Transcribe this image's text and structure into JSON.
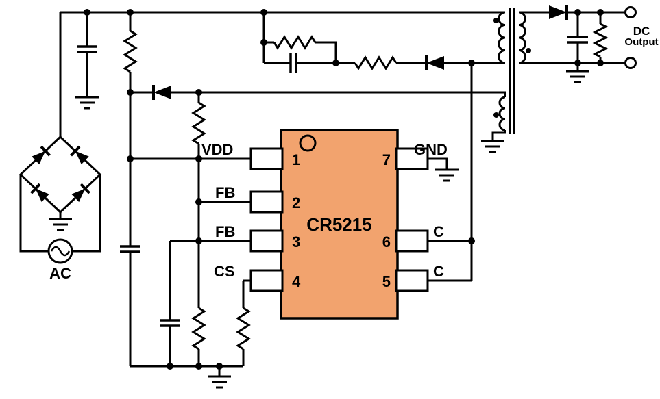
{
  "ic": {
    "part_number": "CR5215",
    "fill_color": "#F2A36E",
    "pins": [
      {
        "number": "1",
        "label": "VDD",
        "side": "left"
      },
      {
        "number": "2",
        "label": "FB",
        "side": "left"
      },
      {
        "number": "3",
        "label": "FB",
        "side": "left"
      },
      {
        "number": "4",
        "label": "CS",
        "side": "left"
      },
      {
        "number": "5",
        "label": "C",
        "side": "right"
      },
      {
        "number": "6",
        "label": "C",
        "side": "right"
      },
      {
        "number": "7",
        "label": "GND",
        "side": "right"
      }
    ]
  },
  "terminals": {
    "ac_label": "AC",
    "dc_label_line1": "DC",
    "dc_label_line2": "Output"
  },
  "colors": {
    "wire": "#000000",
    "background": "#FFFFFF",
    "ic_fill": "#F2A36E"
  }
}
